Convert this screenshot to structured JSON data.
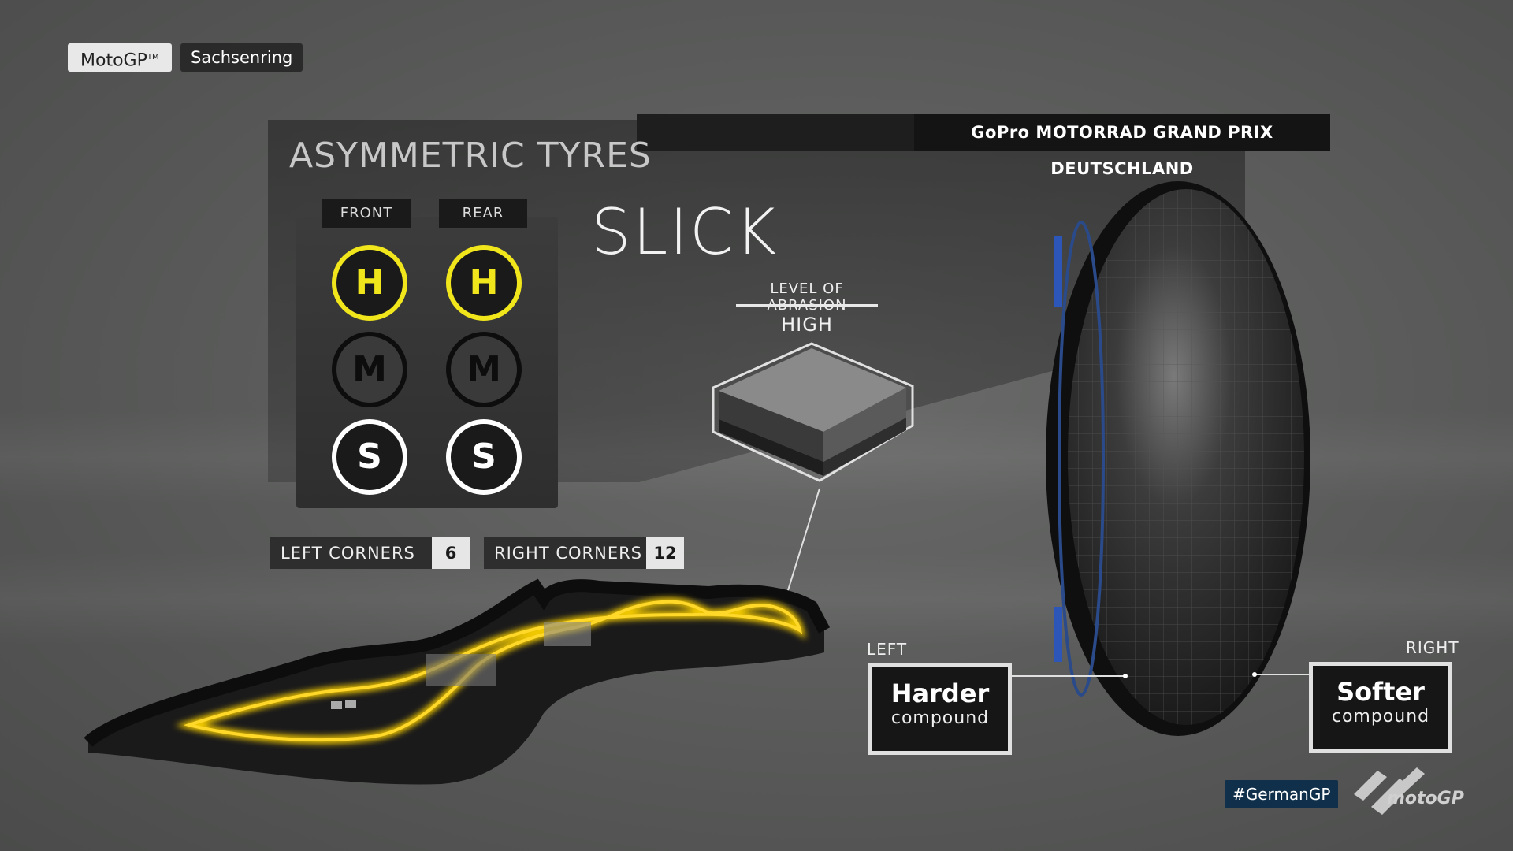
{
  "header": {
    "brand": "MotoGP",
    "brand_tm": "TM",
    "track": "Sachsenring",
    "event": "GoPro MOTORRAD GRAND PRIX DEUTSCHLAND"
  },
  "panel": {
    "title": "ASYMMETRIC TYRES",
    "columns": [
      "FRONT",
      "REAR"
    ],
    "compounds": [
      {
        "letter": "H",
        "color": "#f0e61b",
        "selected": true
      },
      {
        "letter": "M",
        "color": "#0d0d0d",
        "selected": false
      },
      {
        "letter": "S",
        "color": "#ffffff",
        "selected": false
      }
    ],
    "tyre_type": "SLICK"
  },
  "abrasion": {
    "label": "LEVEL OF ABRASION",
    "value": "HIGH"
  },
  "corners": {
    "left_label": "LEFT CORNERS",
    "left_value": "6",
    "right_label": "RIGHT CORNERS",
    "right_value": "12"
  },
  "tyre_sides": {
    "left_label": "LEFT",
    "left_title": "Harder",
    "left_sub": "compound",
    "right_label": "RIGHT",
    "right_title": "Softer",
    "right_sub": "compound"
  },
  "footer": {
    "hashtag": "#GermanGP",
    "logo": "motoGP"
  },
  "colors": {
    "hard": "#f0e61b",
    "medium": "#0d0d0d",
    "soft": "#ffffff",
    "track_highlight": "#f2c900"
  }
}
